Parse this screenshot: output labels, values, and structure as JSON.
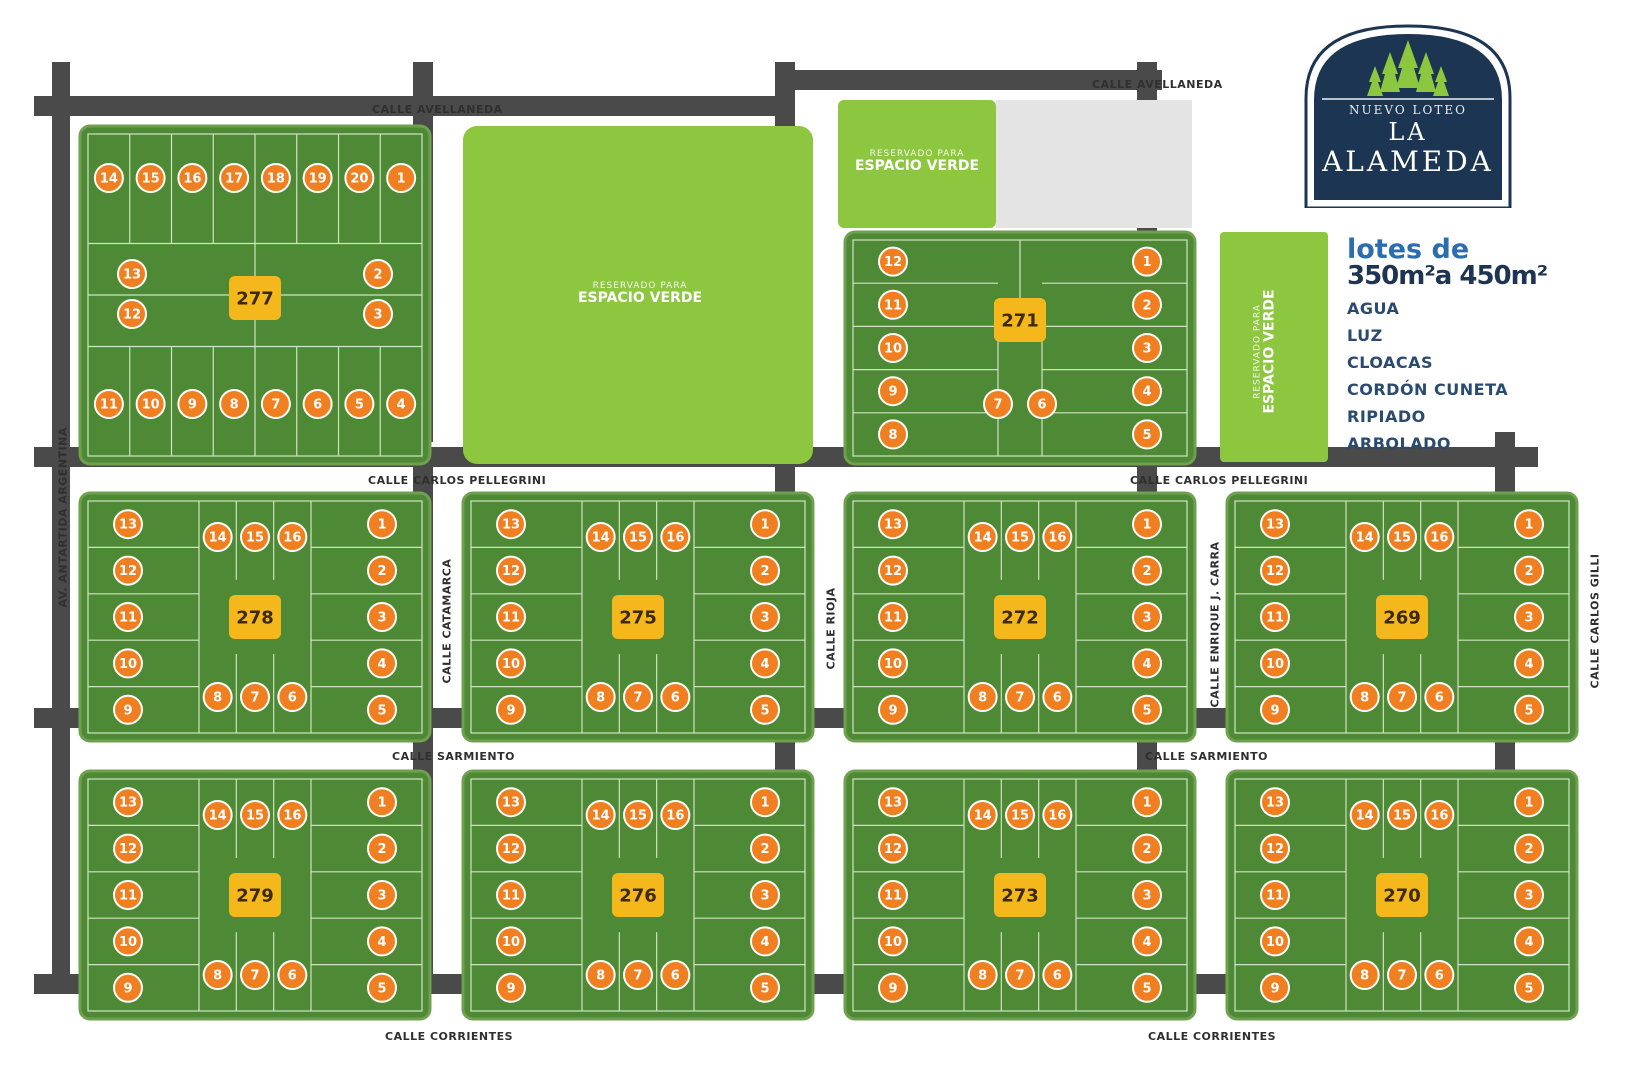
{
  "brand": {
    "subtitle": "NUEVO LOTEO",
    "name_line1": "LA",
    "name_line2": "ALAMEDA"
  },
  "info": {
    "title": "lotes de",
    "size": "350m²a 450m²",
    "services": [
      "AGUA",
      "LUZ",
      "CLOACAS",
      "CORDÓN CUNETA",
      "RIPIADO",
      "ARBOLADO"
    ]
  },
  "streets": {
    "avellaneda": "CALLE AVELLANEDA",
    "carlos_pellegrini": "CALLE CARLOS PELLEGRINI",
    "sarmiento": "CALLE SARMIENTO",
    "corrientes": "CALLE CORRIENTES",
    "antartida": "AV. ANTARTIDA ARGENTINA",
    "catamarca": "CALLE CATAMARCA",
    "rioja": "CALLE RIOJA",
    "enrique_carra": "CALLE ENRIQUE J. CARRA",
    "carlos_gilli": "CALLE CARLOS GILLI"
  },
  "green_spaces": {
    "small": "RESERVADO PARA",
    "big": "ESPACIO VERDE"
  },
  "blocks": [
    {
      "id": "277",
      "type": "block277"
    },
    {
      "id": "271",
      "type": "block271"
    },
    {
      "id": "278",
      "type": "standard"
    },
    {
      "id": "275",
      "type": "standard"
    },
    {
      "id": "272",
      "type": "standard"
    },
    {
      "id": "269",
      "type": "standard"
    },
    {
      "id": "279",
      "type": "standard"
    },
    {
      "id": "276",
      "type": "standard"
    },
    {
      "id": "273",
      "type": "standard"
    },
    {
      "id": "270",
      "type": "standard"
    }
  ],
  "lot_numbers": {
    "standard": [
      "1",
      "2",
      "3",
      "4",
      "5",
      "6",
      "7",
      "8",
      "9",
      "10",
      "11",
      "12",
      "13",
      "14",
      "15",
      "16"
    ],
    "block277_top": [
      "14",
      "15",
      "16",
      "17",
      "18",
      "19",
      "20",
      "1"
    ],
    "block277_mid": [
      "13",
      "12",
      "2",
      "3"
    ],
    "block277_bottom": [
      "11",
      "10",
      "9",
      "8",
      "7",
      "6",
      "5",
      "4"
    ],
    "block271": [
      "12",
      "11",
      "10",
      "9",
      "8",
      "1",
      "2",
      "3",
      "4",
      "5",
      "7",
      "6"
    ]
  },
  "colors": {
    "road": "#4a4a4a",
    "block": "#4e8a35",
    "block_border": "#6fa04f",
    "lot_marker": "#f07f22",
    "block_badge": "#f5b81c",
    "green_space": "#8dc63f",
    "logo_navy": "#1c3552",
    "reserved_gray": "#e4e4e4"
  }
}
